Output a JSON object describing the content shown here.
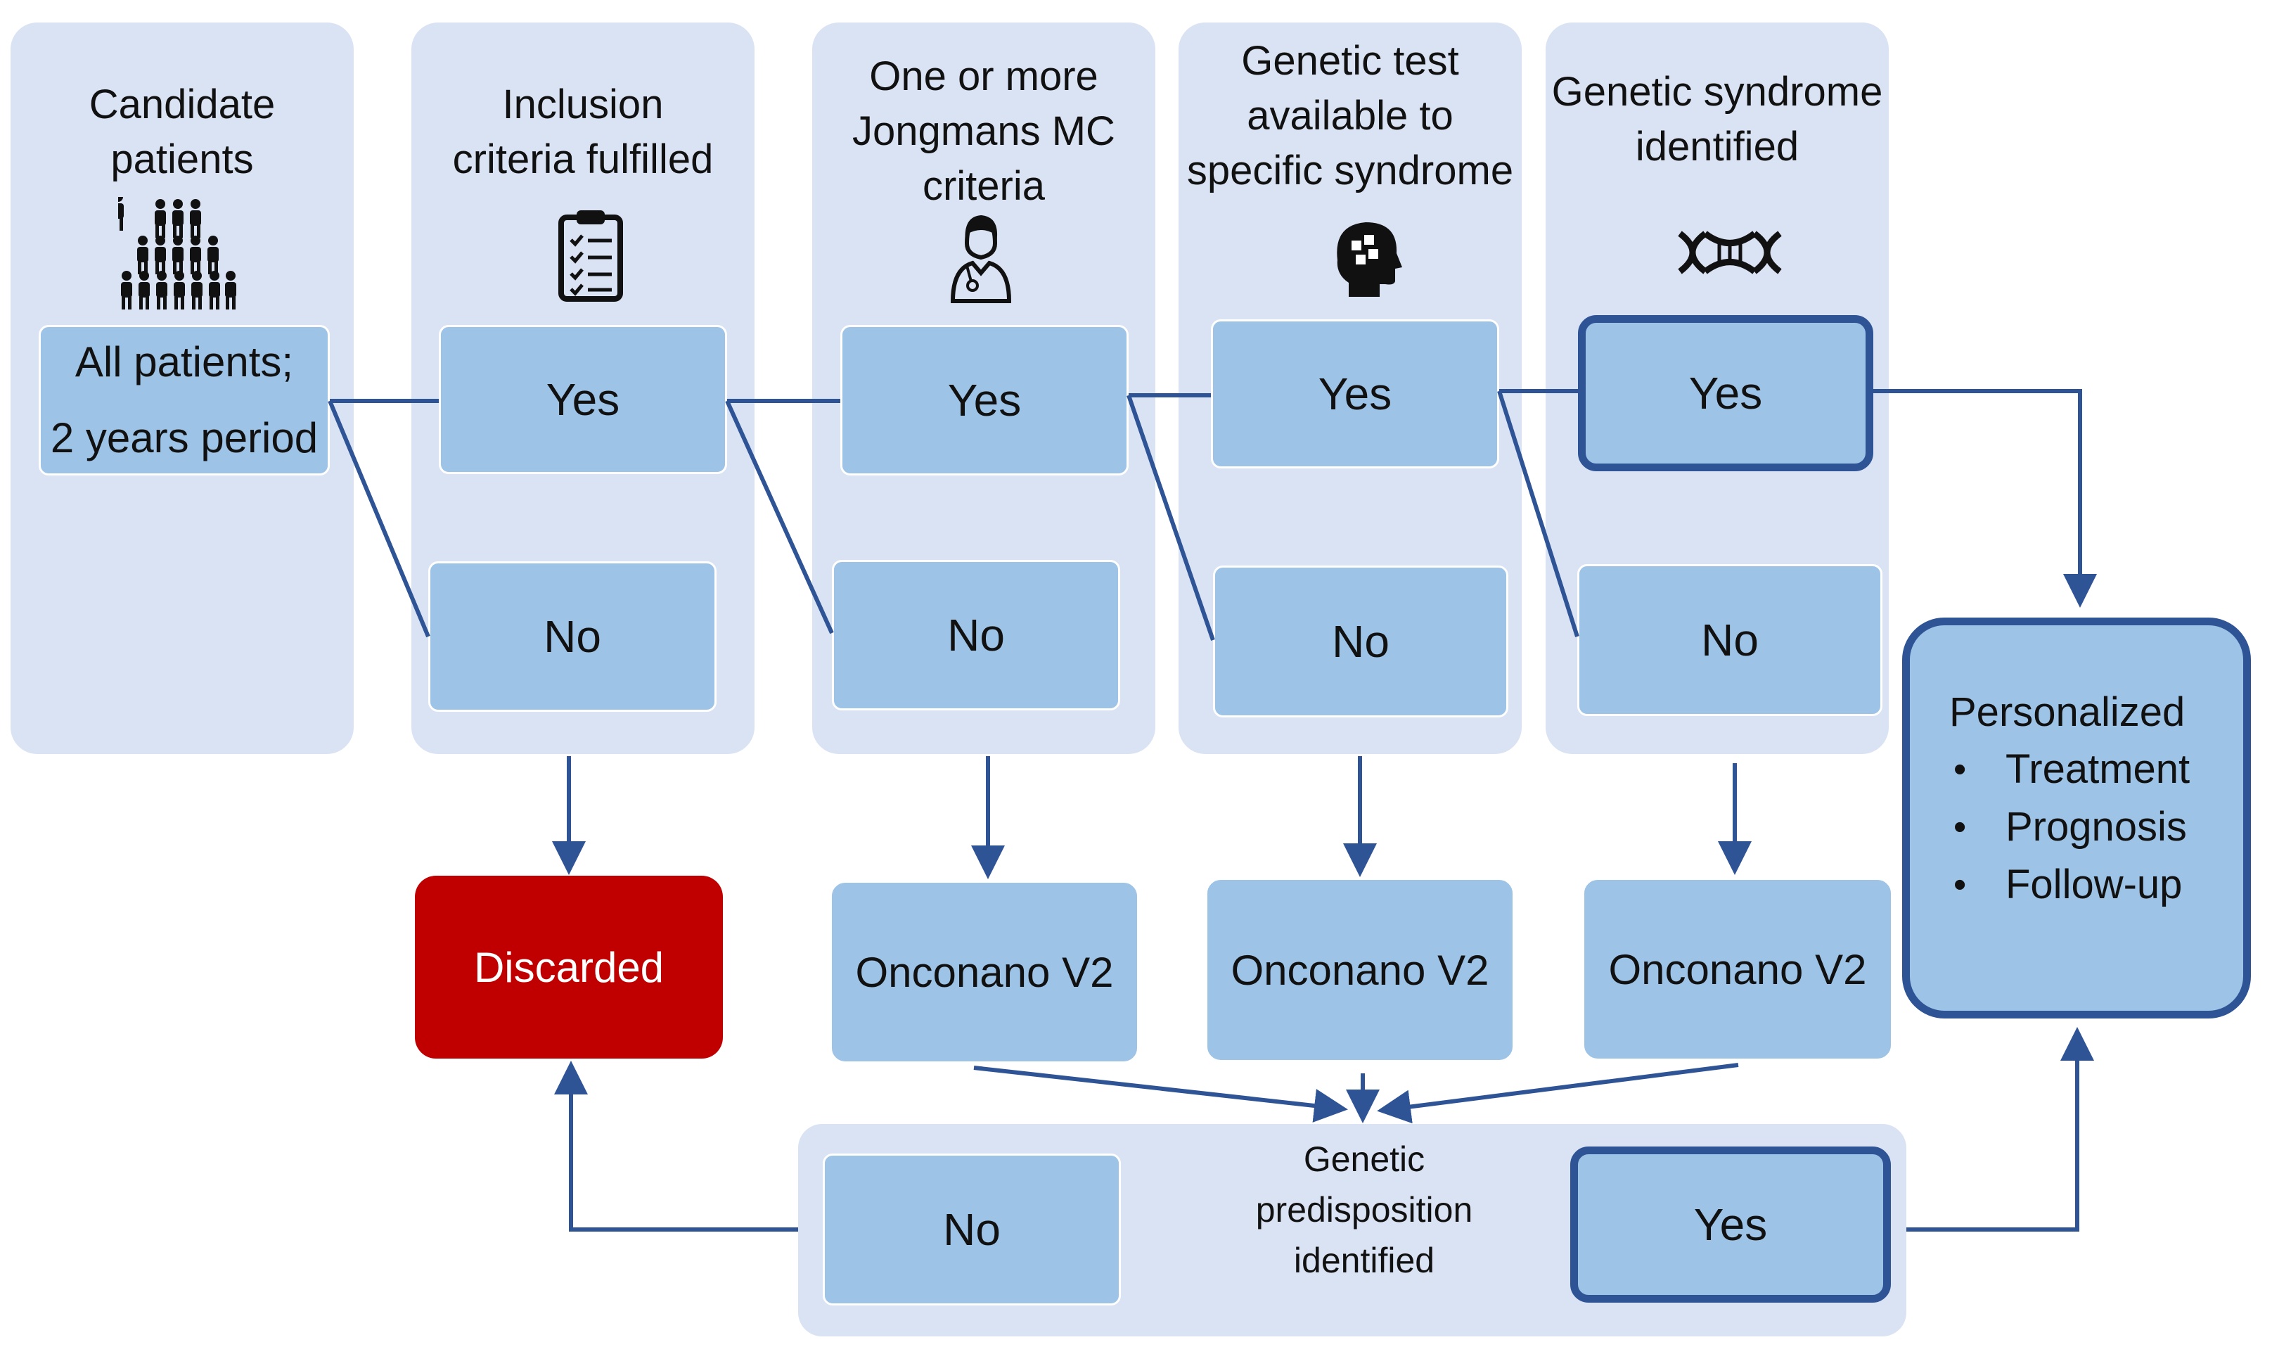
{
  "columns": [
    {
      "title": "Candidate\npatients",
      "icon": "people-group-icon",
      "box": "All patients;\n2 years period"
    },
    {
      "title": "Inclusion\ncriteria fulfilled",
      "icon": "clipboard-checklist-icon",
      "yes": "Yes",
      "no": "No"
    },
    {
      "title": "One or more\nJongmans MC\ncriteria",
      "icon": "doctor-icon",
      "yes": "Yes",
      "no": "No"
    },
    {
      "title": "Genetic test\navailable to\nspecific syndrome",
      "icon": "head-puzzle-icon",
      "yes": "Yes",
      "no": "No"
    },
    {
      "title": "Genetic syndrome\nidentified",
      "icon": "dna-icon",
      "yes": "Yes",
      "no": "No"
    }
  ],
  "discarded": "Discarded",
  "onconano": [
    "Onconano V2",
    "Onconano V2",
    "Onconano V2"
  ],
  "predisposition": {
    "label": "Genetic\npredisposition\nidentified",
    "no": "No",
    "yes": "Yes",
    "icon": "dna-icon"
  },
  "personalized": {
    "title": "Personalized",
    "items": [
      "Treatment",
      "Prognosis",
      "Follow-up"
    ]
  },
  "colors": {
    "panel": "#dae3f3",
    "box": "#9dc3e6",
    "line": "#2f5496",
    "discarded": "#c00000"
  }
}
